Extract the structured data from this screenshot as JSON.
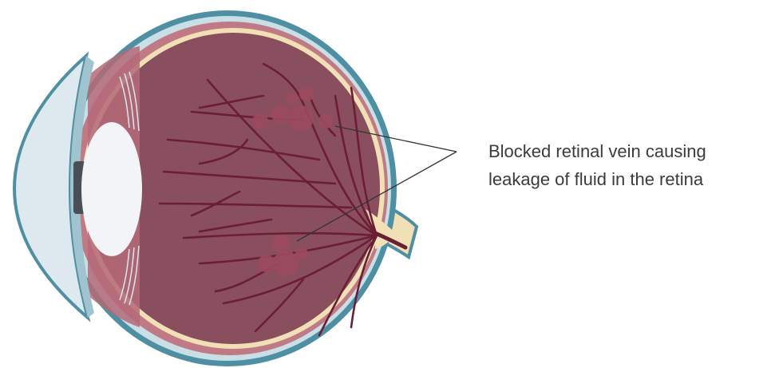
{
  "annotation": {
    "line1": "Blocked retinal vein causing",
    "line2": "leakage of fluid in the retina"
  },
  "colors": {
    "outer_blue": "#4f8fa3",
    "sclera_light": "#c8dfe6",
    "choroid_pink": "#c07a86",
    "retina_cream": "#f1dfb6",
    "vitreous": "#8a4f5f",
    "vein": "#6b1e34",
    "hemorrhage": "#9c4a5e",
    "lens": "#f3f4f7",
    "cornea": "#dde9ee",
    "pupil": "#4a4f55"
  },
  "icons": [
    "eye-cross-section-illustration",
    "blocked-vein-hemorrhage-icon",
    "optic-nerve-icon"
  ]
}
